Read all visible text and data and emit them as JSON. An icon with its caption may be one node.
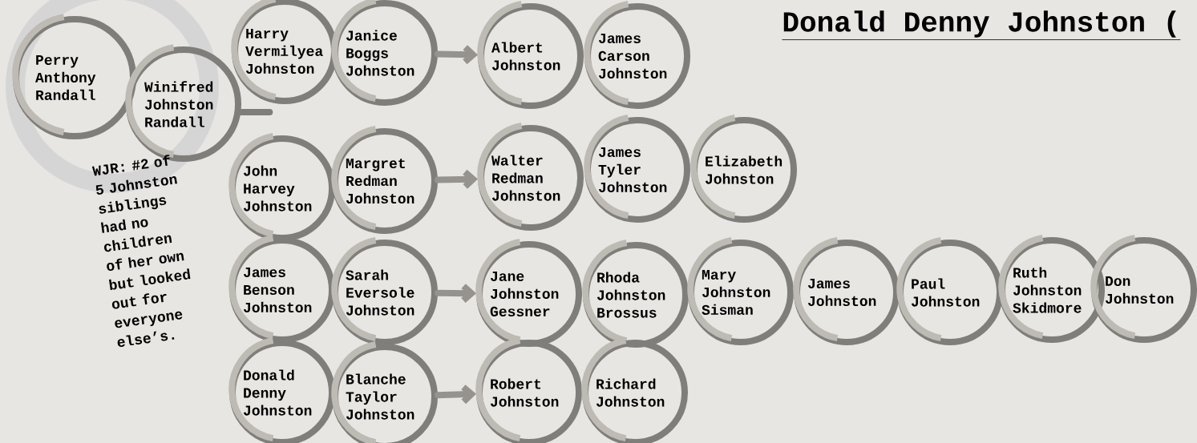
{
  "diagram": {
    "title": "Donald Denny Johnston (",
    "nodes": [
      {
        "text": [
          "Perry Anthony Randall"
        ]
      },
      {
        "text": [
          "Winifred Johnston Randall"
        ]
      },
      {
        "text": [
          "Harry Vermilyea Johnston"
        ]
      },
      {
        "text": [
          "Janice Boggs Johnston"
        ]
      },
      {
        "text": [
          "Albert Johnston"
        ]
      },
      {
        "text": [
          "James Carson Johnston"
        ]
      },
      {
        "text": [
          "John Harvey Johnston"
        ]
      },
      {
        "text": [
          "Margret Redman Johnston"
        ]
      },
      {
        "text": [
          "Walter Redman Johnston"
        ]
      },
      {
        "text": [
          "James Tyler Johnston"
        ]
      },
      {
        "text": [
          "Elizabeth Johnston"
        ]
      },
      {
        "text": [
          "James Benson Johnston"
        ]
      },
      {
        "text": [
          "Sarah Eversole Johnston"
        ]
      },
      {
        "text": [
          "Jane Johnston Gessner"
        ]
      },
      {
        "text": [
          "Rhoda Johnston Brossus"
        ]
      },
      {
        "text": [
          "Mary Johnston Sisman"
        ]
      },
      {
        "text": [
          "James Johnston"
        ]
      },
      {
        "text": [
          "Paul Johnston"
        ]
      },
      {
        "text": [
          "Ruth Johnston Skidmore"
        ]
      },
      {
        "text": [
          "Don Johnston"
        ]
      },
      {
        "text": [
          "Donald Denny Johnston"
        ]
      },
      {
        "text": [
          "Blanche Taylor Johnston"
        ]
      },
      {
        "text": [
          "Robert Johnston"
        ]
      },
      {
        "text": [
          "Richard Johnston"
        ]
      }
    ],
    "edges": [
      {
        "from": 3,
        "to": 4,
        "arrow": "to"
      },
      {
        "from": 7,
        "to": 8,
        "arrow": "to"
      },
      {
        "from": 12,
        "to": 13,
        "arrow": "to"
      },
      {
        "from": 21,
        "to": 22,
        "arrow": "to"
      }
    ],
    "labels": [
      "WJR: #2 of 5 Johnston siblings had no children of her own but looked out for everyone else’s."
    ]
  }
}
